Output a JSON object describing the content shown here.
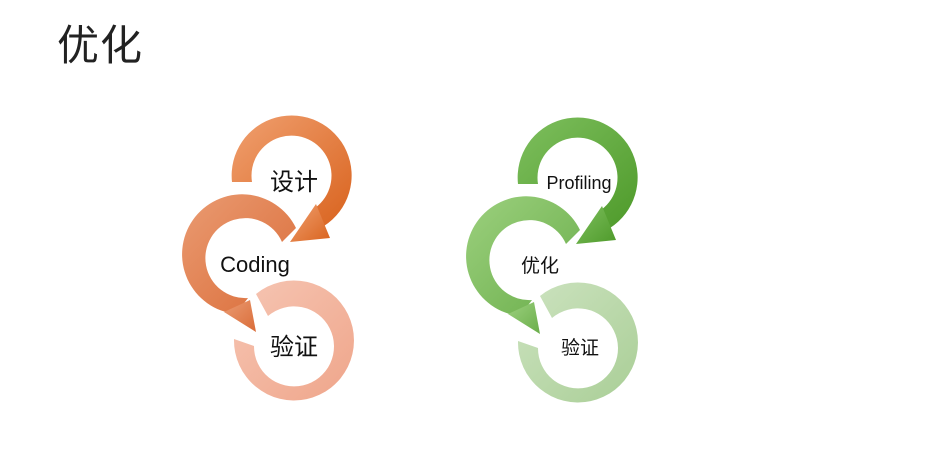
{
  "slide": {
    "title": "优化"
  },
  "cycles": {
    "left": {
      "labels": [
        "设计",
        "Coding",
        "验证"
      ],
      "colors": {
        "top_light": "#F0A070",
        "top_dark": "#D9631E",
        "mid_light": "#EA9B72",
        "mid_dark": "#DA6C38",
        "bot_light": "#F6C6B4",
        "bot_dark": "#EFA58A"
      }
    },
    "right": {
      "labels": [
        "Profiling",
        "优化",
        "验证"
      ],
      "colors": {
        "top_light": "#7EBF5E",
        "top_dark": "#4E9A2A",
        "mid_light": "#9CD07E",
        "mid_dark": "#6AAE4A",
        "bot_light": "#CDE3C0",
        "bot_dark": "#A9CE96"
      }
    }
  }
}
